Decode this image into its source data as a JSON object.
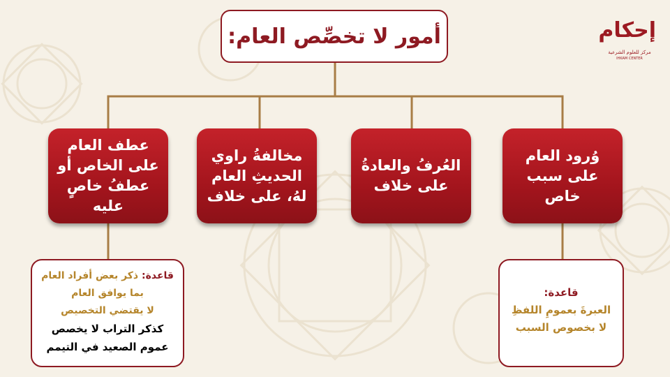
{
  "title": "أمور لا تخصِّص العام:",
  "logo": {
    "name": "إحكام",
    "subtitle": "مركز للعلوم الشرعية",
    "tagline": "IHKAM CENTER"
  },
  "boxes": [
    {
      "label": "وُرود العام على سبب خاص"
    },
    {
      "label": "العُرفُ والعادةُ على خلاف"
    },
    {
      "label": "مخالفةُ راوي الحديثِ العام لهُ، على خلاف"
    },
    {
      "label": "عطف العام على الخاص أو عطفُ خاصٍ عليه"
    }
  ],
  "rule_right": {
    "heading": "قاعدة:",
    "line1": "العبرةَ بعمومِ اللفظِ",
    "line2": "لا بخصوص السبب"
  },
  "rule_left": {
    "heading": "قاعدة:",
    "line1": "ذكر بعض أفراد العام",
    "line2": "بما يوافق العام",
    "line3": "لا يقتضي التخصيص",
    "example1": "كذكر التراب لا يخصص",
    "example2": "عموم الصعيد في التيمم"
  },
  "colors": {
    "primary": "#8e1a22",
    "box_fill": "#b31c24",
    "connector": "#a87d46",
    "gold": "#b5852b",
    "background": "#f6f1e7"
  }
}
